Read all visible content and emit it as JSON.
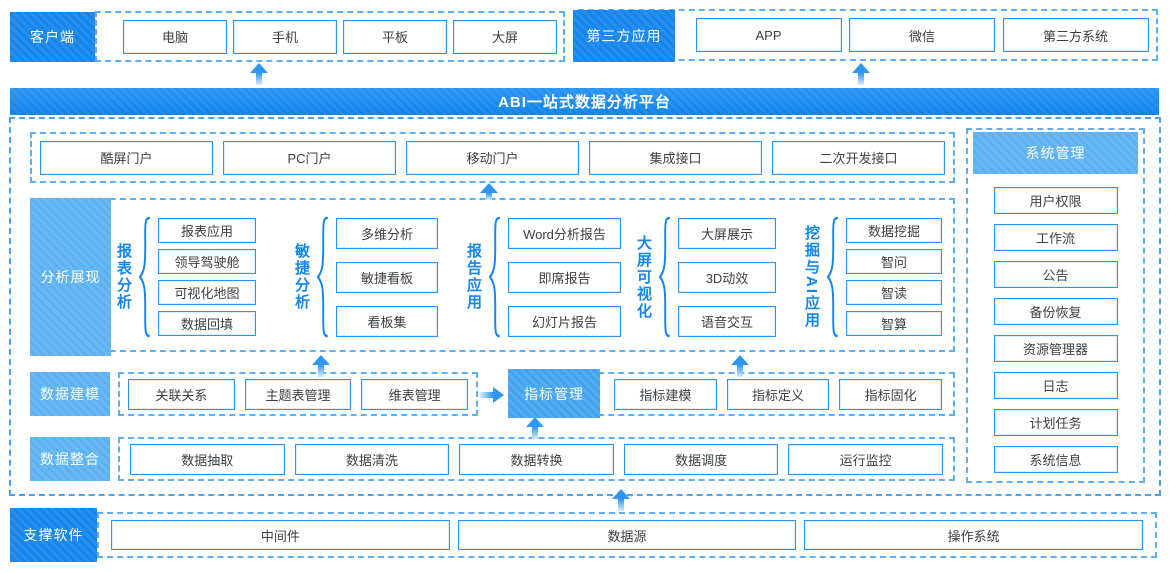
{
  "colors": {
    "primary": "#1586ec",
    "light": "#5bb1f1",
    "hub": "#43a4f0",
    "border": "#2f94ee",
    "dash": "#5faef2",
    "arrow": "#2f97f3",
    "text": "#3c4043"
  },
  "icons": {
    "up_arrow": "▲",
    "right_arrow": "▶",
    "brace": "{"
  },
  "top": {
    "client": {
      "label": "客户端",
      "items": [
        "电脑",
        "手机",
        "平板",
        "大屏"
      ]
    },
    "third_party": {
      "label": "第三方应用",
      "items": [
        "APP",
        "微信",
        "第三方系统"
      ]
    }
  },
  "banner": {
    "title": "ABI一站式数据分析平台"
  },
  "portals": [
    "酷屏门户",
    "PC门户",
    "移动门户",
    "集成接口",
    "二次开发接口"
  ],
  "analysis": {
    "label": "分析展现",
    "groups": [
      {
        "name": "报表分析",
        "items": [
          "报表应用",
          "领导驾驶舱",
          "可视化地图",
          "数据回填"
        ]
      },
      {
        "name": "敏捷分析",
        "items": [
          "多维分析",
          "敏捷看板",
          "看板集"
        ]
      },
      {
        "name": "报告应用",
        "items": [
          "Word分析报告",
          "即席报告",
          "幻灯片报告"
        ]
      },
      {
        "name": "大屏可视化",
        "items": [
          "大屏展示",
          "3D动效",
          "语音交互"
        ]
      },
      {
        "name": "挖掘与AI应用",
        "items": [
          "数据挖掘",
          "智问",
          "智读",
          "智算"
        ]
      }
    ]
  },
  "modeling": {
    "label": "数据建模",
    "relation_items": [
      "关联关系",
      "主题表管理",
      "维表管理"
    ],
    "hub_label": "指标管理",
    "metric_items": [
      "指标建模",
      "指标定义",
      "指标固化"
    ]
  },
  "integration": {
    "label": "数据整合",
    "items": [
      "数据抽取",
      "数据清洗",
      "数据转换",
      "数据调度",
      "运行监控"
    ]
  },
  "system": {
    "label": "系统管理",
    "items": [
      "用户权限",
      "工作流",
      "公告",
      "备份恢复",
      "资源管理器",
      "日志",
      "计划任务",
      "系统信息"
    ]
  },
  "support": {
    "label": "支撑软件",
    "items": [
      "中间件",
      "数据源",
      "操作系统"
    ]
  }
}
